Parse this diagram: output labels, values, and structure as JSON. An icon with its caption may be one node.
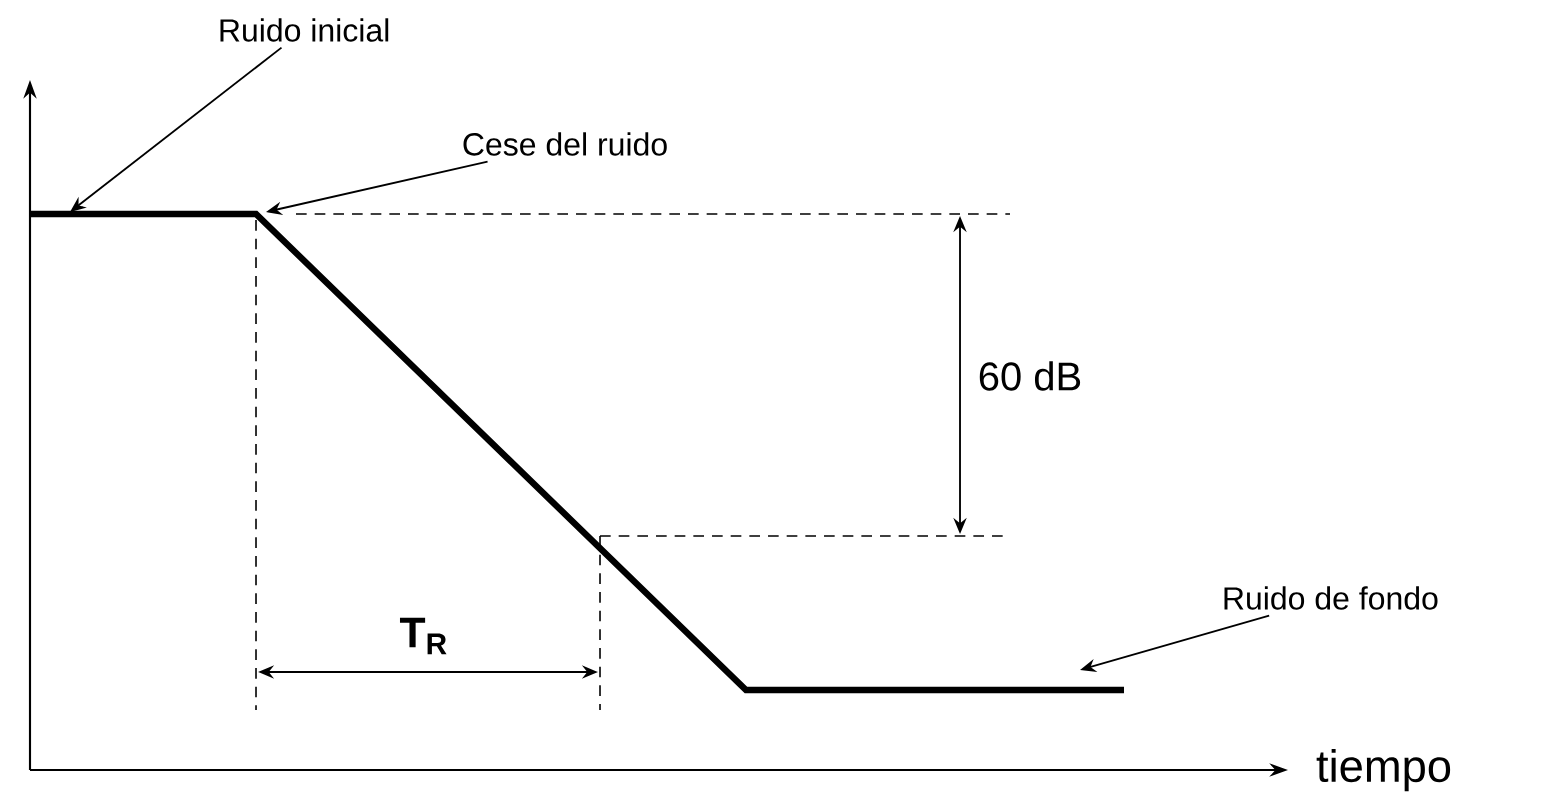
{
  "diagram": {
    "nodes": [
      {
        "text": [
          "Ruido inicial"
        ]
      },
      {
        "text": [
          "Cese del ruido"
        ]
      },
      {
        "text": [
          "Ruido de fondo"
        ]
      }
    ],
    "edges": [
      {
        "from": 0,
        "to": null,
        "arrow": "to"
      },
      {
        "from": 1,
        "to": null,
        "arrow": "to"
      },
      {
        "from": 2,
        "to": null,
        "arrow": "to"
      }
    ],
    "labels": [
      "60 dB",
      "T$_{R}$",
      "tiempo"
    ]
  }
}
